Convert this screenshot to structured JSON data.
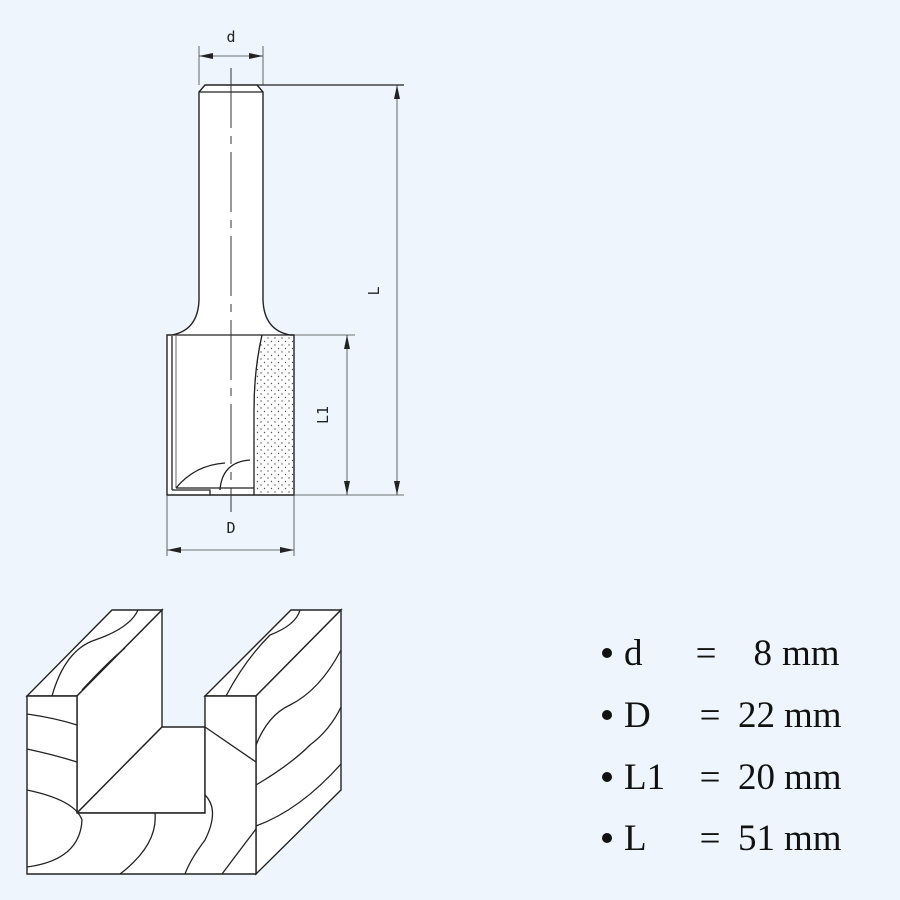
{
  "drawing": {
    "dim_labels": {
      "d": "d",
      "D": "D",
      "L1": "L1",
      "L": "L"
    }
  },
  "specs": [
    {
      "label": "d",
      "eq": "=",
      "value": "8",
      "unit": "mm"
    },
    {
      "label": "D",
      "eq": "=",
      "value": "22",
      "unit": "mm"
    },
    {
      "label": "L1",
      "eq": "=",
      "value": "20",
      "unit": "mm"
    },
    {
      "label": "L",
      "eq": "=",
      "value": "51",
      "unit": "mm"
    }
  ],
  "colors": {
    "background": "#eef5fc",
    "line": "#222222"
  }
}
